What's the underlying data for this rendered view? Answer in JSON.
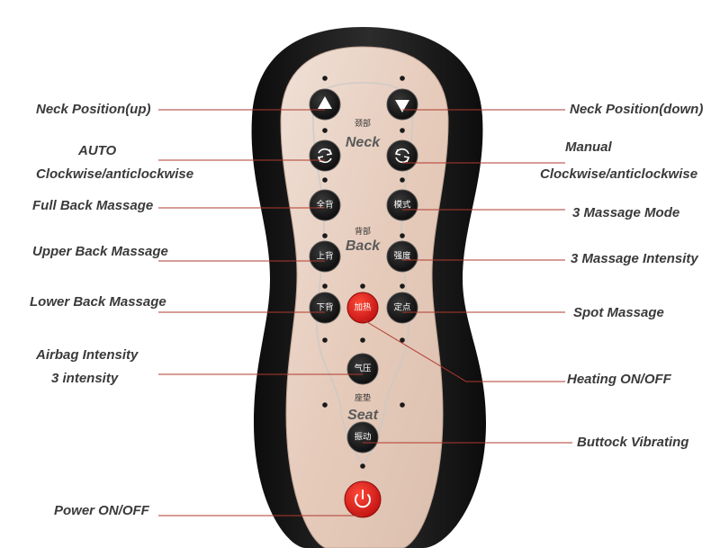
{
  "labels": {
    "neck_up": "Neck Position(up)",
    "auto_1": "AUTO",
    "auto_2": "Clockwise/anticlockwise",
    "full_back": "Full Back Massage",
    "upper_back": "Upper Back Massage",
    "lower_back": "Lower Back Massage",
    "airbag_1": "Airbag Intensity",
    "airbag_2": "3 intensity",
    "power": "Power ON/OFF",
    "neck_down": "Neck Position(down)",
    "manual_1": "Manual",
    "manual_2": "Clockwise/anticlockwise",
    "mode": "3 Massage Mode",
    "intensity": "3 Massage Intensity",
    "spot": "Spot Massage",
    "heating": "Heating ON/OFF",
    "buttock": "Buttock Vibrating"
  },
  "zones": {
    "neck_cn": "颈部",
    "neck_en": "Neck",
    "back_cn": "背部",
    "back_en": "Back",
    "seat_cn": "座垫",
    "seat_en": "Seat"
  },
  "buttons": {
    "full_back": "全背",
    "mode": "模式",
    "upper_back": "上背",
    "intensity": "强度",
    "lower_back": "下背",
    "heat": "加热",
    "spot": "定点",
    "airbag": "气压",
    "vibrate": "振动"
  },
  "colors": {
    "button": "#1a1a1a",
    "heat_button": "#d81e1e",
    "power_button": "#e02020",
    "leader_line": "#c0392b",
    "faceplate": "#e9d3c5",
    "body": "#1f1f1f"
  },
  "icons": {
    "neck_up": "triangle-up-icon",
    "neck_down": "triangle-down-icon",
    "auto": "rotate-icon",
    "manual": "rotate-icon",
    "power": "power-icon"
  }
}
